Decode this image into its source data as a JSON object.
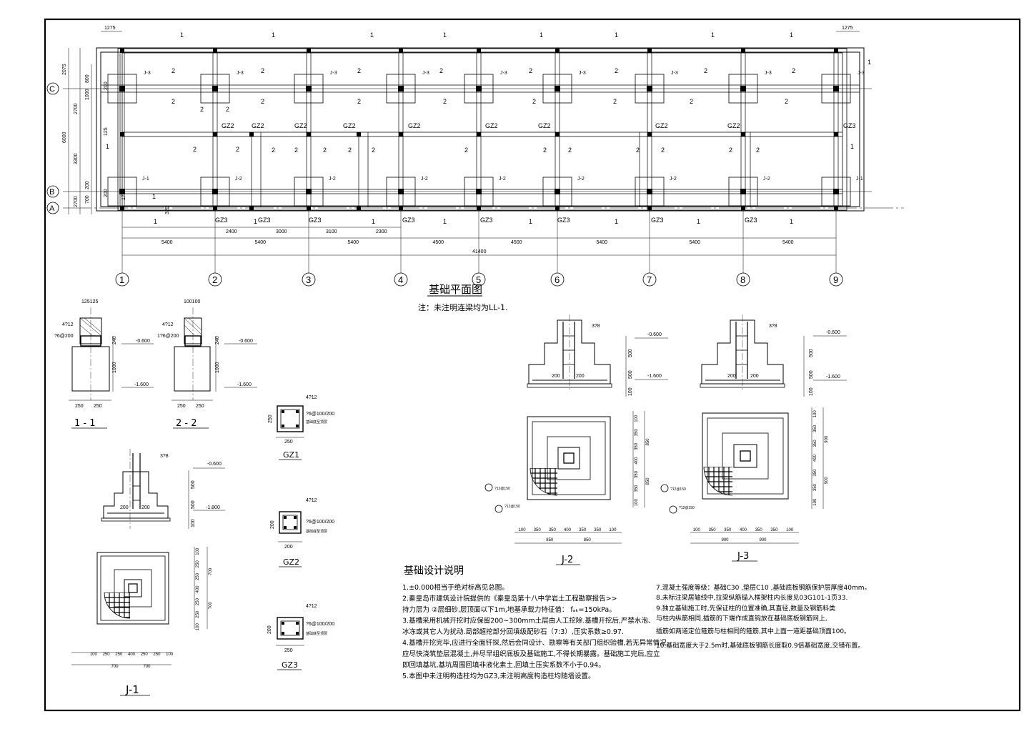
{
  "plan": {
    "title": "基础平面图",
    "note": "注：未注明连梁均为LL-1.",
    "axes_x": [
      "1",
      "2",
      "3",
      "4",
      "5",
      "6",
      "7",
      "8",
      "9"
    ],
    "axes_y": [
      "C",
      "B",
      "A"
    ],
    "bays": [
      "5400",
      "5400",
      "5400",
      "4500",
      "4500",
      "5400",
      "5400",
      "5400"
    ],
    "total": "41400",
    "sub_dims": [
      "2400",
      "3000",
      "3100",
      "2300"
    ],
    "left_dims": [
      "2075",
      "800",
      "1000",
      "200",
      "2700",
      "6000",
      "3300",
      "125",
      "2700",
      "200",
      "700",
      "200",
      "175",
      "325"
    ],
    "edge_dims": [
      "1275",
      "1275"
    ],
    "footing_labels": [
      "J-3",
      "J-3",
      "J-3",
      "J-3",
      "J-3",
      "J-3",
      "J-3",
      "J-3",
      "J-3",
      "J-1",
      "J-2",
      "J-2",
      "J-2",
      "J-2",
      "J-2",
      "J-2",
      "J-2",
      "J-1"
    ],
    "gz2_labels": [
      "GZ2",
      "GZ2",
      "GZ2",
      "GZ2",
      "GZ2",
      "GZ2",
      "GZ2",
      "GZ2",
      "GZ2",
      "GZ3"
    ],
    "gz3_labels": [
      "GZ3",
      "GZ3",
      "GZ3",
      "GZ3",
      "GZ3",
      "GZ3",
      "GZ3",
      "GZ3"
    ],
    "sec1": "1",
    "sec2": "2"
  },
  "sections": {
    "s11": {
      "title": "1 - 1",
      "top": "125125",
      "rebar1": "4?12",
      "rebar2": "?6@200",
      "d1": "240",
      "d2": "1000",
      "e1": "-0.600",
      "e2": "-1.600",
      "w1": "250",
      "w2": "250"
    },
    "s22": {
      "title": "2 - 2",
      "top": "100100",
      "rebar1": "4?12",
      "rebar2": "1?6@200",
      "d1": "240",
      "d2": "1000",
      "e1": "-0.600",
      "e2": "-1.600",
      "w1": "250",
      "w2": "250"
    },
    "gz1": {
      "title": "GZ1",
      "r1": "4?12",
      "r2": "?6@100/200",
      "r3": "基础底至顶层",
      "w": "250",
      "h": "250"
    },
    "gz2": {
      "title": "GZ2",
      "r1": "4?12",
      "r2": "?6@100/200",
      "r3": "基础底至顶层",
      "w": "200",
      "h": "200"
    },
    "gz3": {
      "title": "GZ3",
      "r1": "4?12",
      "r2": "?6@100/200",
      "r3": "基础底至顶层",
      "w": "250",
      "h": "200"
    }
  },
  "footings": {
    "j1": {
      "title": "J-1",
      "stirrup": "3?8",
      "e1": "-0.600",
      "e2": "-1.800",
      "d": [
        "500",
        "500",
        "100"
      ],
      "w": [
        "200",
        "200"
      ],
      "plan_dims": [
        "100",
        "250",
        "250",
        "400",
        "250",
        "250",
        "100"
      ],
      "plan_tot": [
        "700",
        "700"
      ],
      "vert": [
        "100",
        "250",
        "250",
        "400",
        "250",
        "250",
        "100"
      ],
      "vert_tot": [
        "700",
        "700"
      ]
    },
    "j2": {
      "title": "J-2",
      "stirrup": "3?8",
      "e1": "-0.600",
      "e2": "-1.600",
      "d": [
        "500",
        "500",
        "100"
      ],
      "w": [
        "200",
        "200"
      ],
      "r1": "?12@150",
      "r2": "?12@150",
      "plan_dims": [
        "100",
        "350",
        "350",
        "400",
        "350",
        "350",
        "100"
      ],
      "plan_tot": [
        "850",
        "850"
      ],
      "vert": [
        "100",
        "350",
        "350",
        "400",
        "350",
        "350",
        "100"
      ],
      "vert_tot": [
        "850",
        "850"
      ]
    },
    "j3": {
      "title": "J-3",
      "stirrup": "3?8",
      "e1": "-0.600",
      "e2": "-1.600",
      "d": [
        "500",
        "500",
        "100"
      ],
      "w": [
        "200",
        "200"
      ],
      "r1": "?12@150",
      "r2": "?12@150",
      "plan_dims": [
        "100",
        "350",
        "350",
        "400",
        "350",
        "350",
        "100"
      ],
      "plan_tot": [
        "900",
        "900"
      ],
      "vert": [
        "100",
        "350",
        "350",
        "400",
        "350",
        "350",
        "100"
      ],
      "vert_tot": [
        "900",
        "900"
      ]
    }
  },
  "notes": {
    "title": "基础设计说明",
    "left": [
      "1.±0.000相当于绝对标高见总图。",
      "2.秦皇岛市建筑设计院提供的《秦皇岛第十八中学岩土工程勘察报告>>",
      "   持力层为 ②层细砂,层顶面以下1m,地基承载力特征值： fₐₖ=150kPa。",
      "3.基槽采用机械开挖时应保留200~300mm土层由人工挖除.基槽开挖后,严禁水泡、",
      "   冰冻或其它人为扰动.局部超挖部分回填级配砂石（7:3）,压实系数≥0.97.",
      "4.基槽开挖完毕,应进行全面钎探,然后会同设计、勘察等有关部门组织验槽,若无异常情况,",
      "   应尽快浇筑垫层混凝土,并尽早组织底板及基础施工,不得长期暴露。基础施工完后,应立",
      "   即回填基坑,基坑周围回填非液化素土,回填土压实系数不小于0.94。",
      "5.本图中未注明构造柱均为GZ3,未注明高度构造柱均随墙设置。"
    ],
    "right": [
      "7.混凝土强度等级：基础C30 ,垫层C10 ,基础底板钢筋保护层厚度40mm。",
      "8.未标注梁居轴线中,拉梁纵筋锚入框架柱内长度见03G101-1页33.",
      "9.独立基础施工时,先保证柱的位置准确,其直径,数量及钢筋料类",
      "   与柱内纵筋相同,插筋的下端作成直钩放在基础底板钢筋网上,",
      "   插筋如两道定位箍筋与柱相同的箍筋,其中上面一道距基础顶面100。",
      "10.基础宽度大于2.5m时,基础底板钢筋长度取0.9倍基础宽度,交错布置。"
    ]
  }
}
